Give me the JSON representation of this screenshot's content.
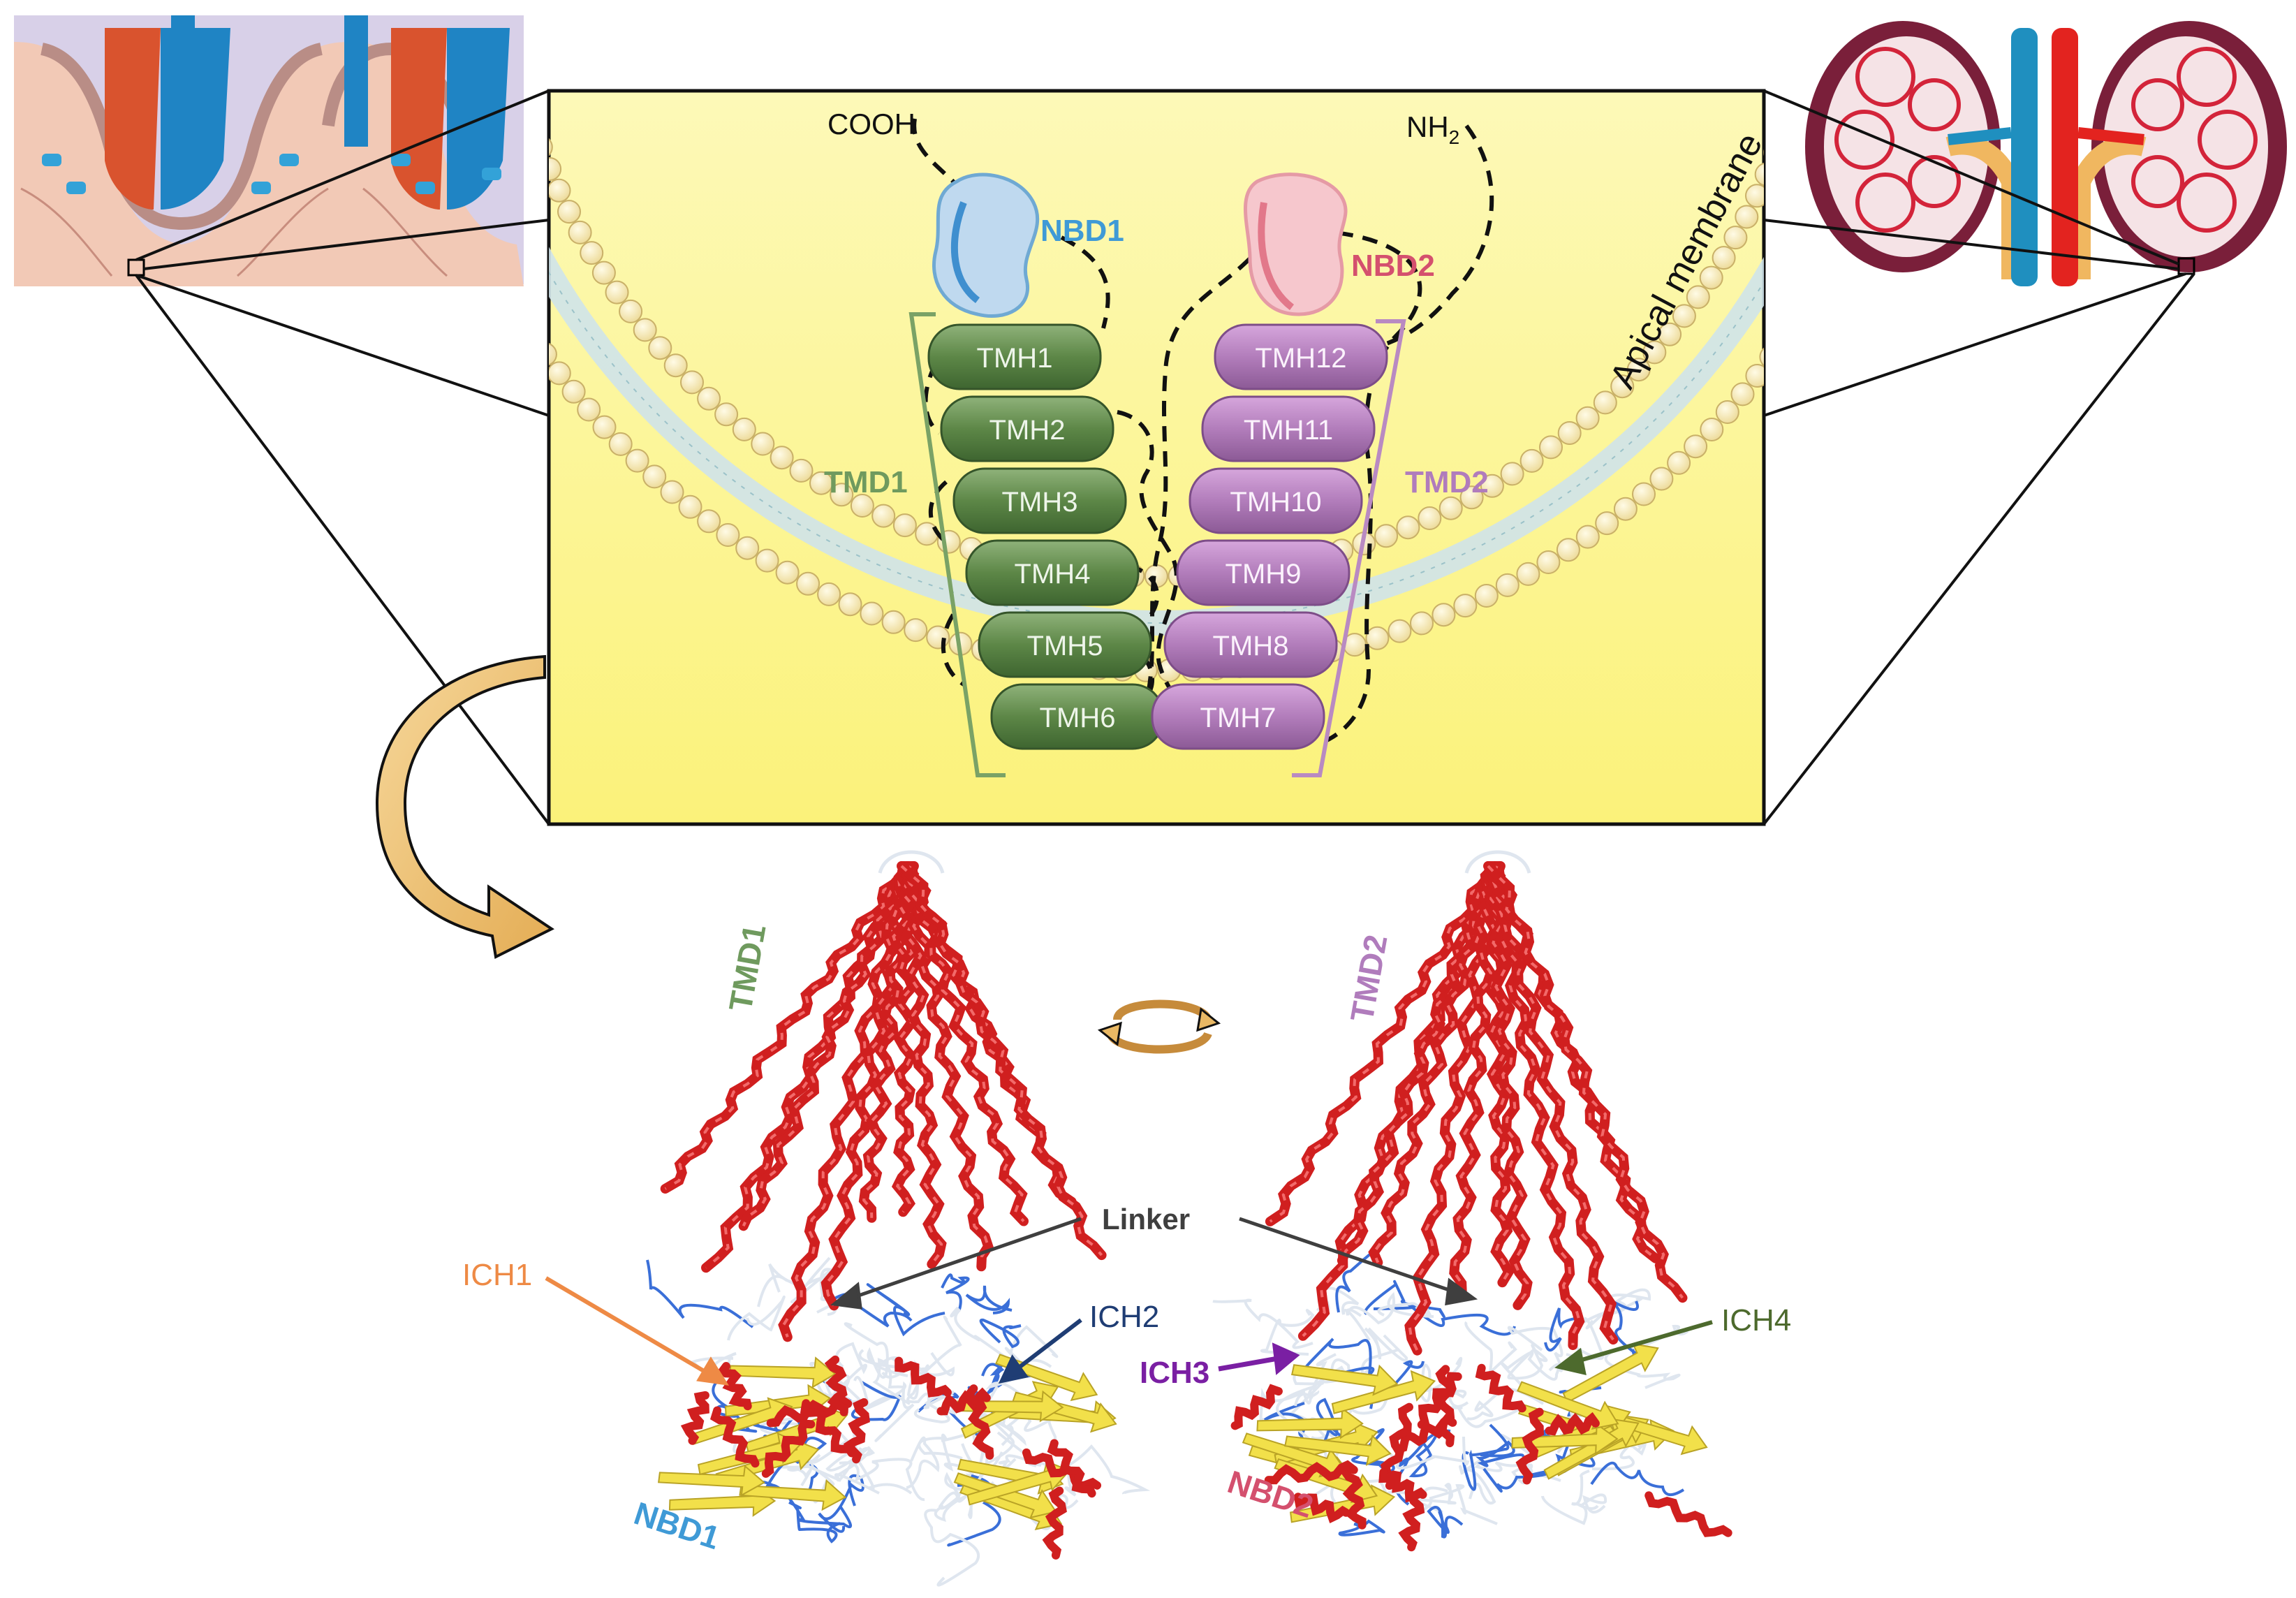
{
  "diagram": {
    "termini": {
      "c": "COOH",
      "n_base": "NH",
      "n_sub": "2"
    },
    "nbd1": "NBD1",
    "nbd2": "NBD2",
    "tmd1": "TMD1",
    "tmd2": "TMD2",
    "membrane": "Apical membrane",
    "helices_tmd1": [
      "TMH1",
      "TMH2",
      "TMH3",
      "TMH4",
      "TMH5",
      "TMH6"
    ],
    "helices_tmd2": [
      "TMH12",
      "TMH11",
      "TMH10",
      "TMH9",
      "TMH8",
      "TMH7"
    ],
    "structure": {
      "tmd1": "TMD1",
      "tmd2": "TMD2",
      "nbd1": "NBD1",
      "nbd2": "NBD2",
      "linker": "Linker",
      "ich1": "ICH1",
      "ich2": "ICH2",
      "ich3": "ICH3",
      "ich4": "ICH4"
    },
    "colors": {
      "tmd1_green": "#4f7a3c",
      "tmd2_purple": "#a86fb3",
      "nbd1_blue": "#3f9ad6",
      "nbd2_pink": "#d4506e",
      "helix_red": "#d01f1f",
      "sheet_yellow": "#f2e04a",
      "ich1_orange": "#ee8a45",
      "ich2_navy": "#1f3d74",
      "ich3_violet": "#7a1fa3",
      "ich4_green": "#4d6a2d",
      "linker_gray": "#3f3f3f"
    }
  }
}
